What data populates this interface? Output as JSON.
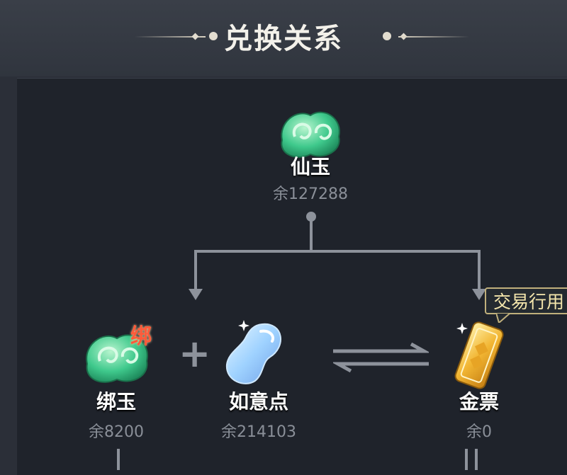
{
  "title": "兑换关系",
  "currencies": {
    "xianyu": {
      "name": "仙玉",
      "balance": "余127288",
      "icon": "xianyu-cloud-jade-icon"
    },
    "bangyu": {
      "name": "绑玉",
      "balance": "余8200",
      "icon": "bound-jade-icon",
      "badge": "绑"
    },
    "ruyidian": {
      "name": "如意点",
      "balance": "余214103",
      "icon": "ruyi-gem-icon"
    },
    "jinpiao": {
      "name": "金票",
      "balance": "余0",
      "icon": "gold-ticket-icon",
      "tag": "交易行用"
    }
  },
  "symbols": {
    "plus": "+"
  },
  "colors": {
    "background": "#2b2f38",
    "panel": "#1f232b",
    "line": "#8d929b",
    "jade": "#3fc98c",
    "gold": "#f2b633",
    "badge": "#ff5a3a"
  }
}
